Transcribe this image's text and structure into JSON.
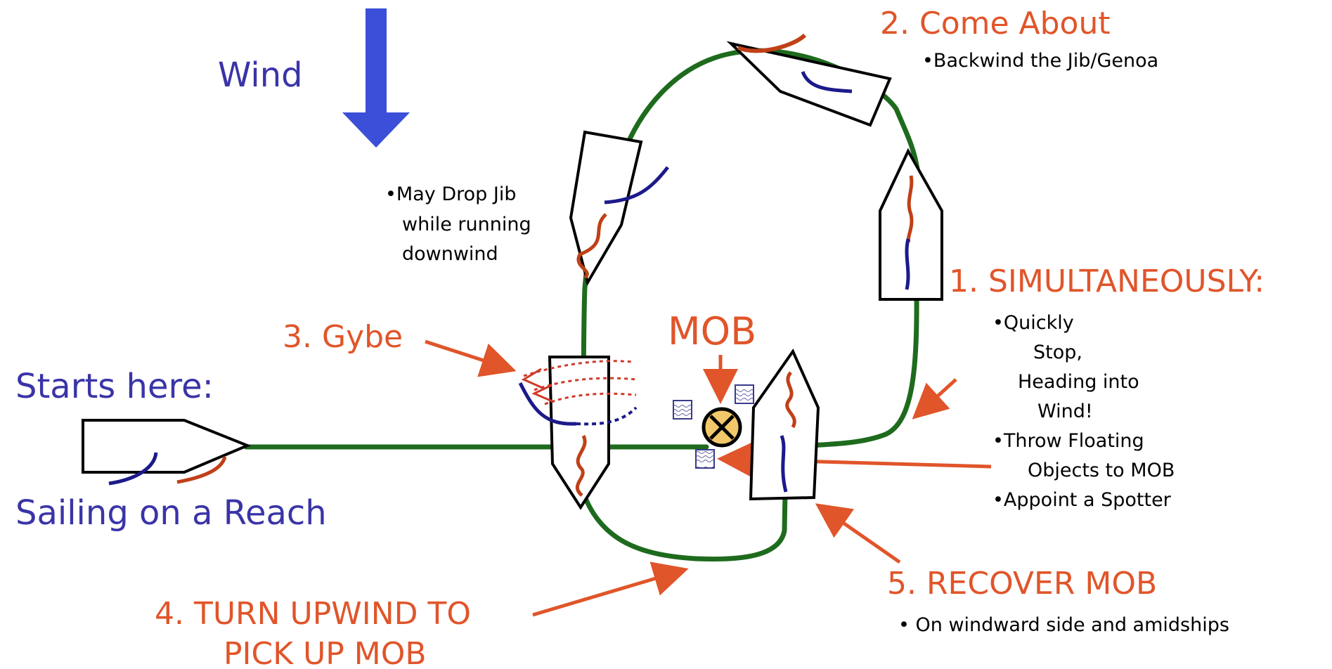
{
  "colors": {
    "path": "#1e6b1e",
    "red": "#e0552a",
    "blue": "#3a34a8",
    "jib_blue": "#1c1a8a",
    "sail_red": "#c04018",
    "wind_arrow": "#3b4fd8"
  },
  "wind": {
    "label": "Wind"
  },
  "start": {
    "label_top": "Starts here:",
    "label_bottom": "Sailing on a Reach"
  },
  "step1": {
    "title": "1. SIMULTANEOUSLY:",
    "bullets": [
      "•Quickly",
      "Stop,",
      "Heading into",
      "Wind!",
      "•Throw Floating",
      "Objects to MOB",
      "•Appoint a Spotter"
    ]
  },
  "step2": {
    "title": "2. Come About",
    "bullet": "•Backwind the Jib/Genoa"
  },
  "note_drop_jib": {
    "lines": [
      "•May Drop Jib",
      "while running",
      "downwind"
    ]
  },
  "step3": {
    "title": "3. Gybe"
  },
  "mob": {
    "title": "MOB"
  },
  "step4": {
    "line1": "4. TURN UPWIND TO",
    "line2": "PICK UP MOB"
  },
  "step5": {
    "title": "5. RECOVER MOB",
    "bullet": "• On windward side and amidships"
  }
}
